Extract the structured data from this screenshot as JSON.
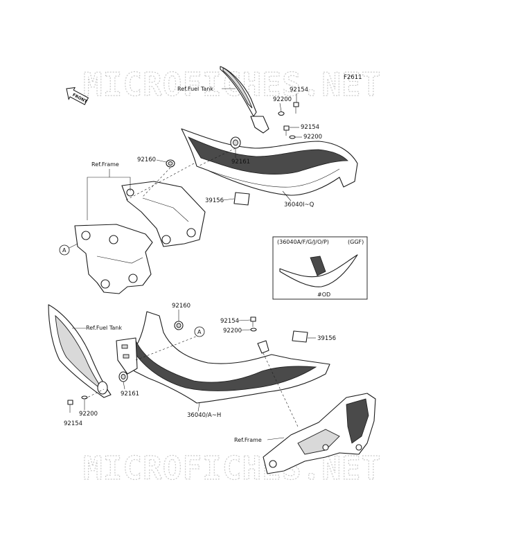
{
  "watermark": {
    "text": "MICROFICHES.NET"
  },
  "figure_id": "F2611",
  "front_arrow": {
    "label": "FRONT"
  },
  "upper_section": {
    "ref_fuel_tank": "Ref.Fuel Tank",
    "ref_frame": "Ref.Frame",
    "callout_a": "A",
    "parts": {
      "p92154_a": "92154",
      "p92200_a": "92200",
      "p92154_b": "92154",
      "p92200_b": "92200",
      "p92160": "92160",
      "p92161": "92161",
      "p39156": "39156",
      "p36040": "36040I~Q"
    }
  },
  "inset": {
    "header": "(36040A/F/G/J/O/P)",
    "tag": "(GGF)",
    "note": "#OD"
  },
  "lower_section": {
    "ref_fuel_tank": "Ref.Fuel Tank",
    "ref_frame": "Ref.Frame",
    "callout_a": "A",
    "parts": {
      "p92160": "92160",
      "p92154_a": "92154",
      "p92200_a": "92200",
      "p39156": "39156",
      "p92161": "92161",
      "p92200_b": "92200",
      "p92154_b": "92154",
      "p36040": "36040/A~H"
    }
  }
}
